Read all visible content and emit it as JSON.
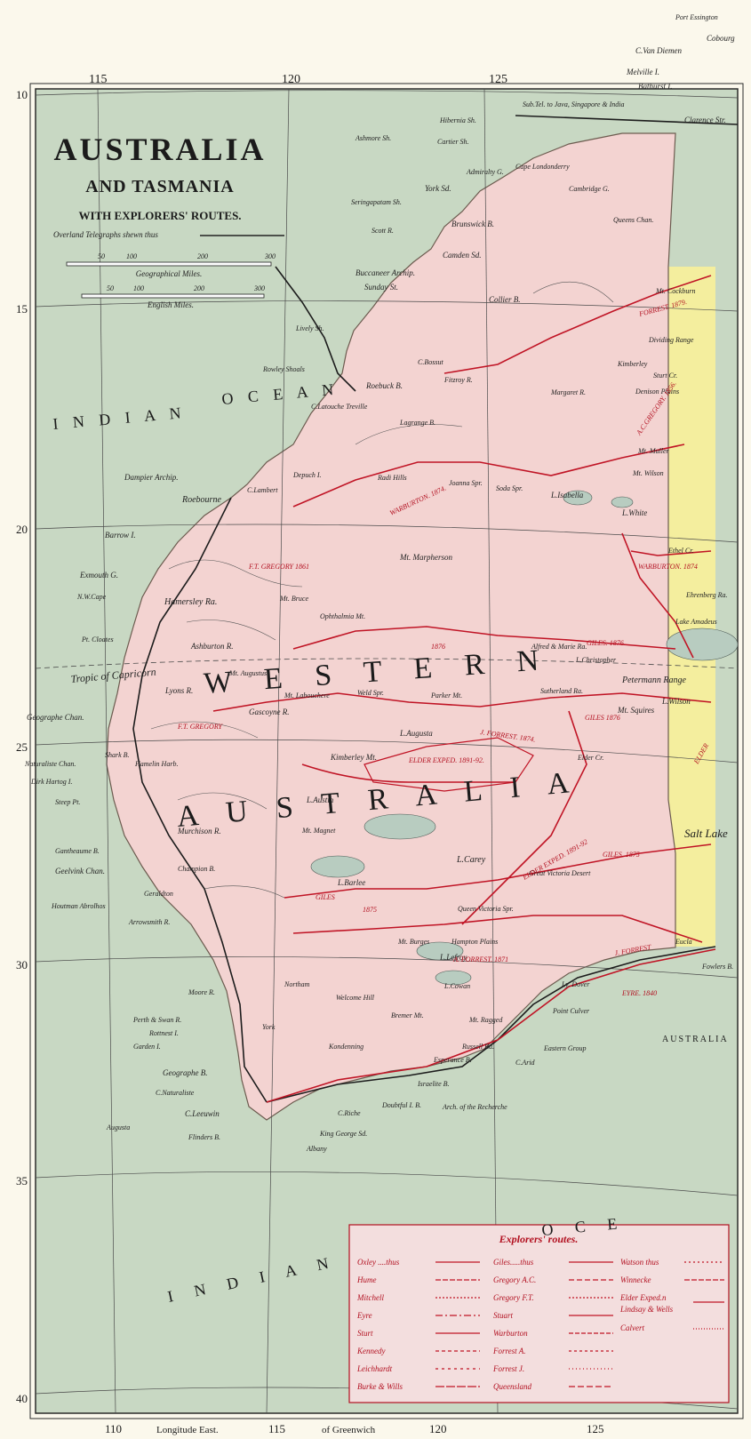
{
  "title": {
    "line1": "AUSTRALIA",
    "line2": "AND TASMANIA",
    "line3": "WITH EXPLORERS' ROUTES.",
    "telegraph_note": "Overland Telegraphs shewn thus",
    "geo_miles": "Geographical Miles.",
    "eng_miles": "English Miles.",
    "scale_ticks_geo": [
      "50",
      "100",
      "200",
      "300"
    ],
    "scale_ticks_eng": [
      "50",
      "100",
      "200",
      "300"
    ]
  },
  "grid": {
    "top_longitudes": [
      "115",
      "120",
      "125"
    ],
    "bottom_longitudes": [
      "110",
      "115",
      "120",
      "125"
    ],
    "bottom_caption": [
      "Longitude East.",
      "of Greenwich"
    ],
    "left_latitudes": [
      "10",
      "15",
      "20",
      "25",
      "30",
      "35",
      "40"
    ]
  },
  "ocean_labels": {
    "indian_ocean_top": [
      "I N D I A N",
      "O C E A N"
    ],
    "indian_ocean_bottom": [
      "I N D I A N",
      "O C E"
    ],
    "tropic": "Tropic of Capricorn"
  },
  "region_labels": {
    "western": "W E S T E R N",
    "australia": "A U S T R A L I A",
    "australia_edge": "AUSTRALIA"
  },
  "place_names": [
    "Port Essington",
    "Cobourg",
    "C.Van Diemen",
    "Melville I.",
    "Bathurst I.",
    "Clarence Str.",
    "Hibernia Sh.",
    "Ashmore Sh.",
    "Cartier Sh.",
    "Sub.Tel. to Java, Singapore & India",
    "Seringapatam Sh.",
    "Scott R.",
    "York Sd.",
    "Brunswick B.",
    "Camden Sd.",
    "Collier B.",
    "Buccaneer Archip.",
    "Sunday St.",
    "Lively Sh.",
    "Rowley Shoals",
    "Roebuck B.",
    "C.Latouche Treville",
    "C.Bossut",
    "Lagrange B.",
    "Depuch I.",
    "Dampier Archip.",
    "C.Lambert",
    "Roebourne",
    "Barrow I.",
    "Exmouth G.",
    "N.W.Cape",
    "Pt. Cloates",
    "Hamersley Ra.",
    "Mt. Bruce",
    "Ashburton R.",
    "Lyons R.",
    "Gascoyne R.",
    "Mt. Augustus",
    "Mt. Labouchere",
    "Geographe Chan.",
    "Shark B.",
    "Dirk Hartog I.",
    "Naturaliste Chan.",
    "Steep Pt.",
    "Hamelin Harb.",
    "Murchison R.",
    "Gantheaume B.",
    "Geelvink Chan.",
    "Houtman Abrolhos",
    "Champion B.",
    "Geraldton",
    "Arrowsmith R.",
    "Moore R.",
    "Perth & Swan R.",
    "Rottnest I.",
    "Garden I.",
    "Geographe B.",
    "C.Naturaliste",
    "C.Leeuwin",
    "Flinders B.",
    "Augusta",
    "Albany",
    "King George Sd.",
    "C.Riche",
    "Doubtful I. B.",
    "Arch. of the Recherche",
    "Esperance B.",
    "Israelite B.",
    "Russell Ra.",
    "C.Arid",
    "Eastern Group",
    "Mt. Ragged",
    "Point Culver",
    "Ly. Dover",
    "Kimberley Mt.",
    "L.Austin",
    "Mt. Magnet",
    "L.Barlee",
    "L.Carey",
    "L.Lefroy",
    "L.Cowan",
    "Hampton Plains",
    "L.Isabella",
    "L.White",
    "Mt. Wilson",
    "Mt. Muller",
    "Weld Spr.",
    "Parker Mt.",
    "L.Augusta",
    "Mt. Burges",
    "Welcome Hill",
    "Bremer Mt.",
    "Kondenning",
    "Northam",
    "York",
    "Mt. Marpherson",
    "Ophthalmia Mt.",
    "Radi Hills",
    "Joanna Spr.",
    "Soda Spr.",
    "Denison Plains",
    "Dividing Range",
    "Sturt Cr.",
    "Fitzroy R.",
    "Margaret R.",
    "Kimberley",
    "Cambridge G.",
    "Queens Chan.",
    "Cape Londonderry",
    "Admiralty G.",
    "Mt. Cockburn",
    "Ethel Cr.",
    "Ehrenberg Ra.",
    "Lake Amadeus",
    "Petermann Range",
    "Mt. Squires",
    "L.Christopher",
    "Alfred & Marie Ra.",
    "Sutherland Ra.",
    "Elder Cr.",
    "L.Wilson",
    "Salt Lake",
    "Great Victoria Desert",
    "Eucla",
    "Fowlers B.",
    "Queen Victoria Spr."
  ],
  "route_labels": [
    "FORREST. 1879.",
    "WARBURTON. 1874.",
    "A.C.GREGORY. 1856.",
    "WARBURTON. 1874",
    "GILES. 1876.",
    "J. FORREST. 1874.",
    "ELDER EXPED. 1891-92.",
    "F.T. GREGORY",
    "ELDER EXPED. 1891-92",
    "J. FORREST",
    "EYRE. 1840",
    "A. FORREST. 1871",
    "GILES",
    "GILES 1876",
    "GILES. 1875",
    "F.T. GREGORY 1861",
    "ELDER",
    "1876",
    "1875"
  ],
  "legend": {
    "title": "Explorers' routes.",
    "columns": [
      [
        "Oxley ....thus",
        "Hume",
        "Mitchell",
        "Eyre",
        "Sturt",
        "Kennedy",
        "Leichhardt",
        "Burke & Wills"
      ],
      [
        "Giles.....thus",
        "Gregory A.C.",
        "Gregory F.T.",
        "Stuart",
        "Warburton",
        "Forrest A.",
        "Forrest J.",
        "Queensland"
      ],
      [
        "Watson  thus",
        "Winnecke",
        "Elder Exped.n",
        "Lindsay & Wells",
        "Calvert"
      ]
    ]
  },
  "colors": {
    "sea": "#c7d8c2",
    "land": "#f3d2d0",
    "neighbour": "#f6f1a0",
    "border": "#fbf7ea",
    "route": "#c01425",
    "text": "#1b1b1b"
  }
}
